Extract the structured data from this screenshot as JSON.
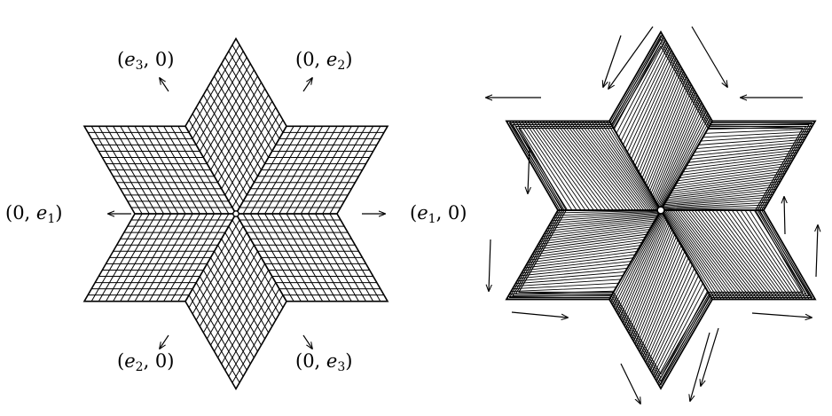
{
  "diagram": {
    "left_panel": {
      "labels": [
        {
          "id": "label-e3-0",
          "parts": [
            "(",
            "e",
            "3",
            ", 0)"
          ]
        },
        {
          "id": "label-0-e2",
          "parts": [
            "(0, ",
            "e",
            "2",
            ")"
          ]
        },
        {
          "id": "label-0-e1",
          "parts": [
            "(0, ",
            "e",
            "1",
            ")"
          ]
        },
        {
          "id": "label-e1-0",
          "parts": [
            "(",
            "e",
            "1",
            ", 0)"
          ]
        },
        {
          "id": "label-e2-0",
          "parts": [
            "(",
            "e",
            "2",
            ", 0)"
          ]
        },
        {
          "id": "label-0-e3",
          "parts": [
            "(0, ",
            "e",
            "3",
            ")"
          ]
        }
      ],
      "grid_divisions": 14
    },
    "right_panel": {
      "stroke_color": "#000000"
    }
  }
}
